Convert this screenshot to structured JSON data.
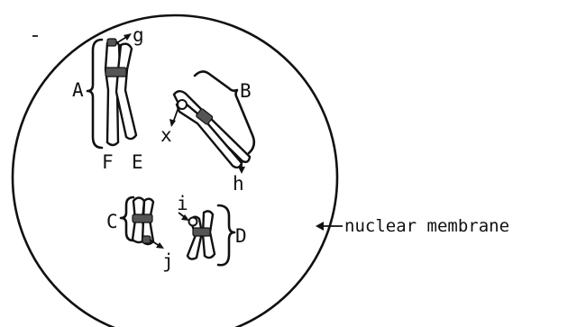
{
  "diagram": {
    "labels": {
      "A": "A",
      "B": "B",
      "C": "C",
      "D": "D",
      "E": "E",
      "F": "F",
      "g": "g",
      "h": "h",
      "i": "i",
      "j": "j",
      "x": "x",
      "membrane": "nuclear membrane"
    },
    "colors": {
      "ink": "#111111",
      "background": "#ffffff",
      "centromere": "#555555"
    }
  }
}
